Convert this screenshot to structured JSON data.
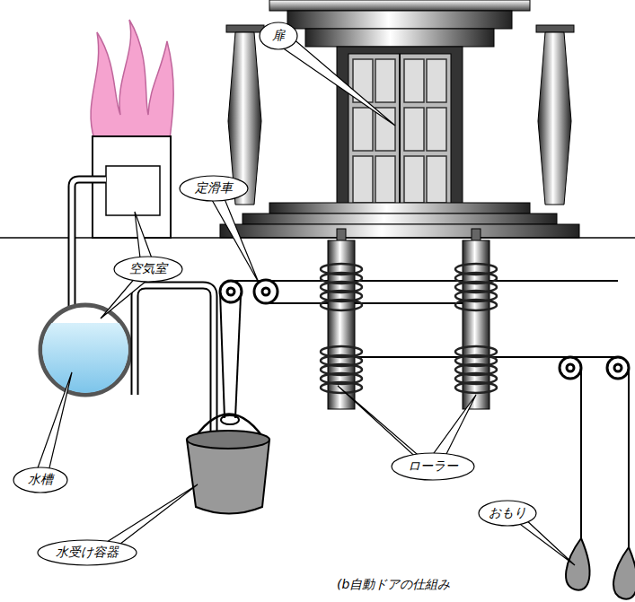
{
  "diagram": {
    "caption": "(b自動ドアの仕組み",
    "nodes": [
      {
        "text": [
          "扉"
        ]
      },
      {
        "text": [
          "定滑車"
        ]
      },
      {
        "text": [
          "空気室"
        ]
      },
      {
        "text": [
          "ローラー"
        ]
      },
      {
        "text": [
          "水槽"
        ]
      },
      {
        "text": [
          "おもり"
        ]
      },
      {
        "text": [
          "水受け容器"
        ]
      }
    ]
  }
}
